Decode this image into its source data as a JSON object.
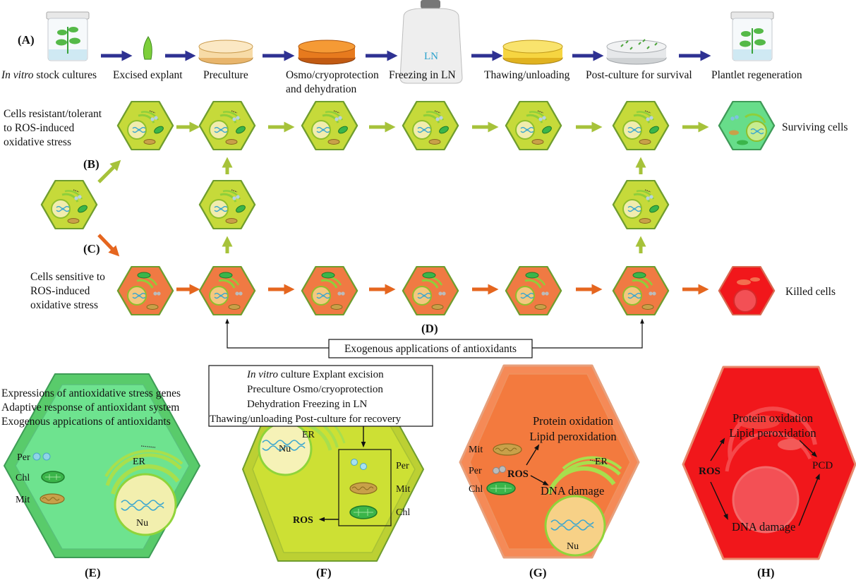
{
  "panel_labels": {
    "a": "(A)",
    "b": "(B)",
    "c": "(C)",
    "d": "(D)",
    "e": "(E)",
    "f": "(F)",
    "g": "(G)",
    "h": "(H)"
  },
  "steps": {
    "stock_italic": "In vitro",
    "stock_rest": " stock cultures",
    "explant": "Excised explant",
    "preculture": "Preculture",
    "osmo_line1": "Osmo/cryoprotection",
    "osmo_line2": "and dehydration",
    "freezing": "Freezing in LN",
    "thawing": "Thawing/unloading",
    "postculture": "Post-culture for survival",
    "regeneration": "Plantlet regeneration"
  },
  "ln_tank_label": "LN",
  "resistant": {
    "line1": "Cells resistant/tolerant",
    "line2": "to ROS-induced",
    "line3": "oxidative stress"
  },
  "sensitive": {
    "line1": "Cells sensitive to",
    "line2": "ROS-induced",
    "line3": "oxidative stress"
  },
  "surviving": "Surviving cells",
  "killed": "Killed cells",
  "exogenous_box": "Exogenous applications of antioxidants",
  "panel_e": {
    "line1": "Expressions of antioxidative stress genes",
    "line2": "Adaptive response of antioxidant system",
    "line3": "Exogenous appications of antioxidants",
    "per": "Per",
    "chl": "Chl",
    "mit": "Mit",
    "er": "ER",
    "nu": "Nu"
  },
  "panel_f": {
    "r1_italic": "In vitro",
    "r1_rest": " culture  Explant excision",
    "r2": "Preculture   Osmo/cryoprotection",
    "r3": "Dehydration   Freezing in LN",
    "r4": "Thawing/unloading  Post-culture for recovery",
    "nu": "Nu",
    "er": "ER",
    "per": "Per",
    "mit": "Mit",
    "chl": "Chl",
    "ros": "ROS"
  },
  "panel_g": {
    "protein": "Protein oxidation",
    "lipid": "Lipid peroxidation",
    "mit": "Mit",
    "per": "Per",
    "chl": "Chl",
    "ros": "ROS",
    "dna": "DNA damage",
    "er": "ER",
    "nu": "Nu"
  },
  "panel_h": {
    "protein": "Protein oxidation",
    "lipid": "Lipid peroxidation",
    "ros": "ROS",
    "pcd": "PCD",
    "dna": "DNA damage"
  },
  "colors": {
    "green_cell": "#c6da3a",
    "orange_cell": "#f07a43",
    "bright_green_cell": "#67dd8a",
    "red_cell": "#f1171b",
    "green_arrow": "#a6c23a",
    "orange_arrow": "#e5661f",
    "navy_arrow": "#2e3192"
  }
}
